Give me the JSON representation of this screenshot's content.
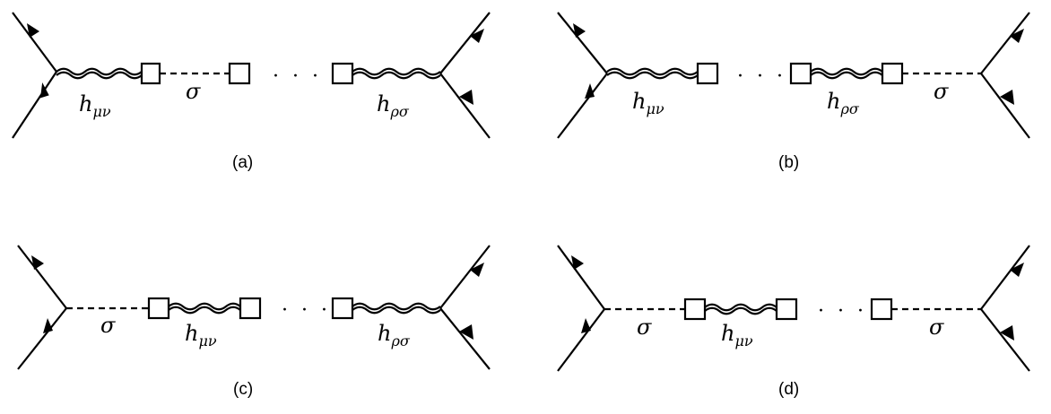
{
  "diagrams": [
    {
      "id": "a",
      "caption": "(a)",
      "labels": [
        {
          "base": "h",
          "sub": "μν"
        },
        {
          "base": "σ",
          "sub": ""
        },
        {
          "base": "h",
          "sub": "ρσ"
        }
      ],
      "ellipsis": "· · ·"
    },
    {
      "id": "b",
      "caption": "(b)",
      "labels": [
        {
          "base": "h",
          "sub": "μν"
        },
        {
          "base": "h",
          "sub": "ρσ"
        },
        {
          "base": "σ",
          "sub": ""
        }
      ],
      "ellipsis": "· · ·"
    },
    {
      "id": "c",
      "caption": "(c)",
      "labels": [
        {
          "base": "σ",
          "sub": ""
        },
        {
          "base": "h",
          "sub": "μν"
        },
        {
          "base": "h",
          "sub": "ρσ"
        }
      ],
      "ellipsis": "· · ·"
    },
    {
      "id": "d",
      "caption": "(d)",
      "labels": [
        {
          "base": "σ",
          "sub": ""
        },
        {
          "base": "h",
          "sub": "μν"
        },
        {
          "base": "σ",
          "sub": ""
        }
      ],
      "ellipsis": "· · ·"
    }
  ]
}
